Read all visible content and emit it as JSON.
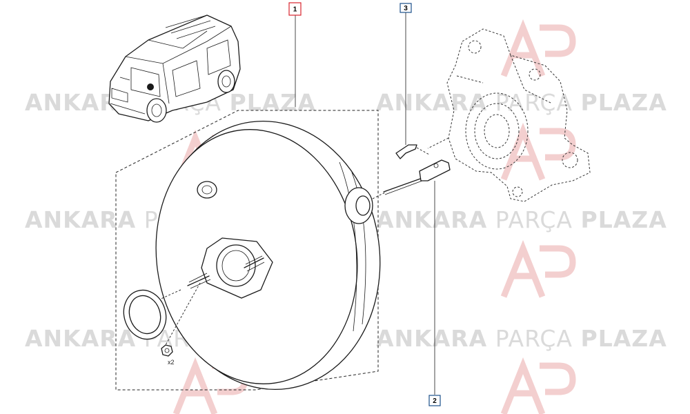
{
  "watermark": {
    "word1": "ANKARA",
    "word2": "PARÇA",
    "word3": "PLAZA",
    "logo_color": "#f2caca"
  },
  "callouts": [
    {
      "id": "part-1",
      "label": "1",
      "highlight": true,
      "border_color": "#d9232d"
    },
    {
      "id": "part-3",
      "label": "3",
      "highlight": false,
      "border_color": "#1c4f8a"
    },
    {
      "id": "part-2",
      "label": "2",
      "highlight": false,
      "border_color": "#1c4f8a"
    }
  ],
  "quantity_note": "x2"
}
